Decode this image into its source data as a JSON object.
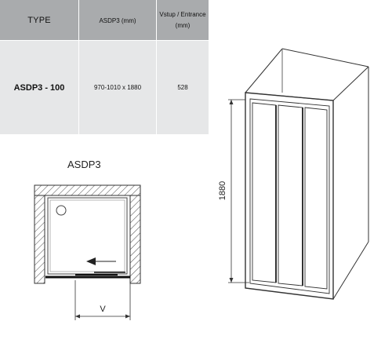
{
  "table": {
    "headers": {
      "type": "TYPE",
      "size": "ASDP3 (mm)",
      "entrance_line1": "Vstup / Entrance",
      "entrance_line2": "(mm)"
    },
    "row": {
      "type": "ASDP3 - 100",
      "size": "970-1010 x 1880",
      "entrance": "528"
    }
  },
  "plan_view": {
    "title": "ASDP3",
    "dimension_label": "V"
  },
  "elevation_view": {
    "height_label": "1880"
  },
  "colors": {
    "header_bg": "#a9abad",
    "body_bg": "#e6e7e8",
    "line": "#333333",
    "hatch": "#555555"
  }
}
